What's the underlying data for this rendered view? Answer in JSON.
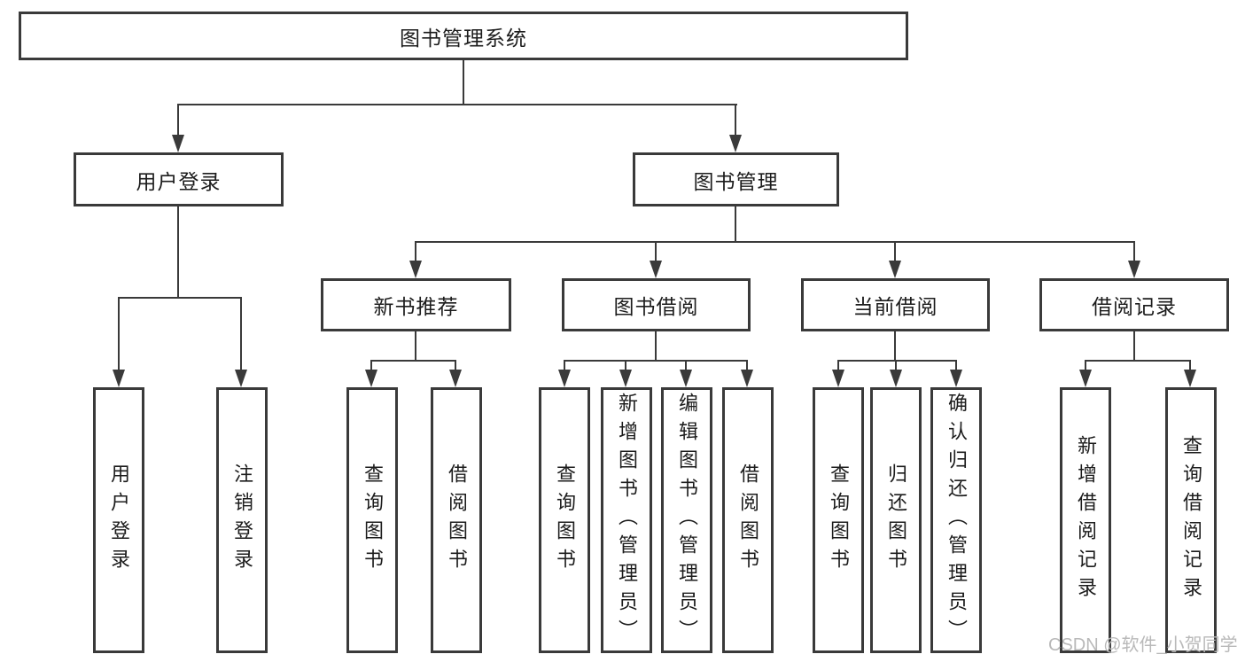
{
  "watermark": "CSDN @软件_小贺同学",
  "colors": {
    "line": "#3a3a3a",
    "text": "#1c1c1c",
    "watermark_text": "#b9b9b9",
    "background": "#ffffff"
  },
  "tree": {
    "label": "图书管理系统",
    "children": [
      {
        "label": "用户登录",
        "children": [
          {
            "label": "用户登录"
          },
          {
            "label": "注销登录"
          }
        ]
      },
      {
        "label": "图书管理",
        "children": [
          {
            "label": "新书推荐",
            "children": [
              {
                "label": "查询图书"
              },
              {
                "label": "借阅图书"
              }
            ]
          },
          {
            "label": "图书借阅",
            "children": [
              {
                "label": "查询图书"
              },
              {
                "label": "新增图书（管理员）"
              },
              {
                "label": "编辑图书（管理员）"
              },
              {
                "label": "借阅图书"
              }
            ]
          },
          {
            "label": "当前借阅",
            "children": [
              {
                "label": "查询图书"
              },
              {
                "label": "归还图书"
              },
              {
                "label": "确认归还（管理员）"
              }
            ]
          },
          {
            "label": "借阅记录",
            "children": [
              {
                "label": "新增借阅记录"
              },
              {
                "label": "查询借阅记录"
              }
            ]
          }
        ]
      }
    ]
  }
}
